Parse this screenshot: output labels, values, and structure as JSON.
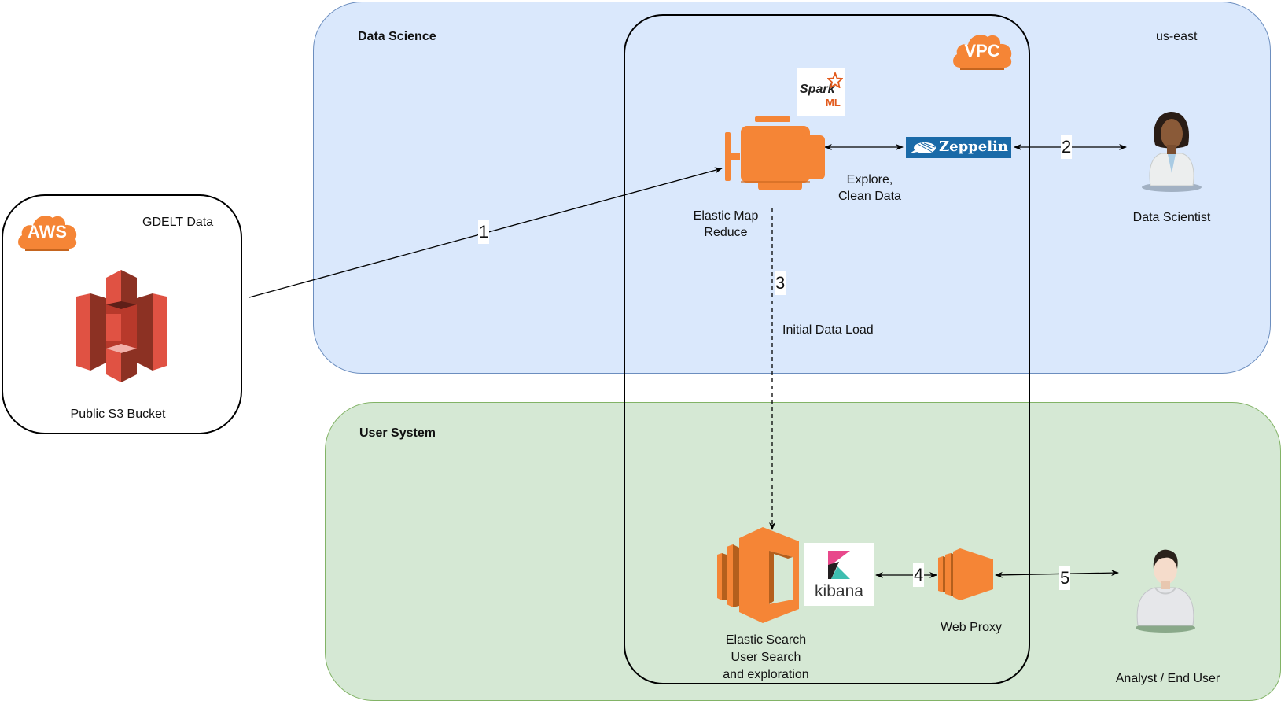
{
  "zones": {
    "data_science": {
      "label": "Data Science",
      "region": "us-east"
    },
    "user_system": {
      "label": "User System"
    },
    "vpc": {
      "badge": "VPC"
    },
    "source": {
      "badge": "AWS",
      "label": "GDELT Data",
      "caption": "Public S3 Bucket"
    }
  },
  "nodes": {
    "emr": {
      "line1": "Elastic Map",
      "line2": "Reduce"
    },
    "spark": {
      "text": "Spark",
      "sub": "ML"
    },
    "zeppelin": {
      "text": "Zeppelin"
    },
    "data_scientist": {
      "label": "Data Scientist"
    },
    "elastic_search": {
      "line1": "Elastic Search",
      "line2": "User Search",
      "line3": "and exploration"
    },
    "kibana": {
      "text": "kibana"
    },
    "web_proxy": {
      "label": "Web Proxy"
    },
    "end_user": {
      "label": "Analyst / End User"
    }
  },
  "edges": [
    {
      "id": "1",
      "label": "1",
      "from": "Public S3 Bucket",
      "to": "Elastic Map Reduce"
    },
    {
      "id": "2",
      "label": "2",
      "from": "Zeppelin",
      "to": "Data Scientist"
    },
    {
      "id": "3",
      "label": "3",
      "from": "Elastic Map Reduce",
      "to": "Elastic Search",
      "caption": "Initial Data Load"
    },
    {
      "id": "4",
      "label": "4",
      "from": "Kibana",
      "to": "Web Proxy"
    },
    {
      "id": "5",
      "label": "5",
      "from": "Web Proxy",
      "to": "Analyst / End User"
    },
    {
      "id": "emr-zeppelin",
      "from": "Elastic Map Reduce",
      "to": "Zeppelin",
      "caption_line1": "Explore,",
      "caption_line2": "Clean Data"
    }
  ],
  "colors": {
    "aws_orange": "#f58536",
    "s3_red": "#e05243",
    "zeppelin_blue": "#1a6aa8",
    "ds_fill": "#dae8fc",
    "us_fill": "#d5e8d4"
  }
}
